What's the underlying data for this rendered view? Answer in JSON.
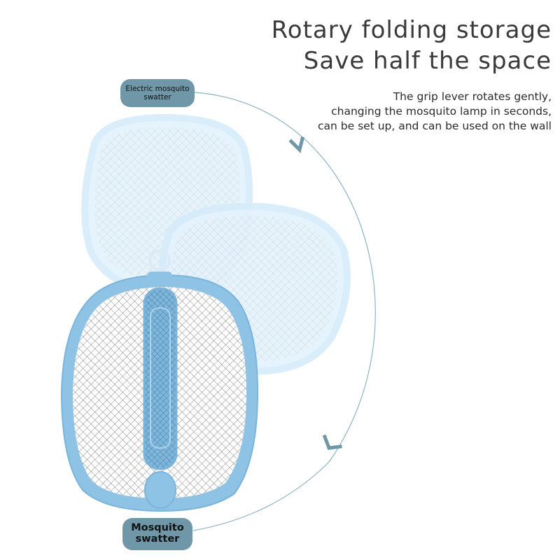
{
  "headline": {
    "line1": "Rotary folding storage",
    "line2": "Save half the space"
  },
  "description": {
    "lines": [
      "The grip lever rotates gently,",
      "changing the mosquito lamp in seconds,",
      "can be set up, and can be used on the wall"
    ]
  },
  "labels": {
    "top": {
      "line1": "Electric mosquito",
      "line2": "swatter"
    },
    "bottom": {
      "line1": "Mosquito",
      "line2": "swatter"
    }
  },
  "colors": {
    "accent": "#6f97a8",
    "racket_blue": "#8ec3e6",
    "ghost_blue": "#d6ecfa",
    "arc_line": "#8fb3c2",
    "arrow": "#6f97a8",
    "headline_text": "#3a3a3a"
  },
  "icons": {
    "arrow_top": "chevron-down-icon",
    "arrow_bottom": "chevron-down-icon"
  }
}
